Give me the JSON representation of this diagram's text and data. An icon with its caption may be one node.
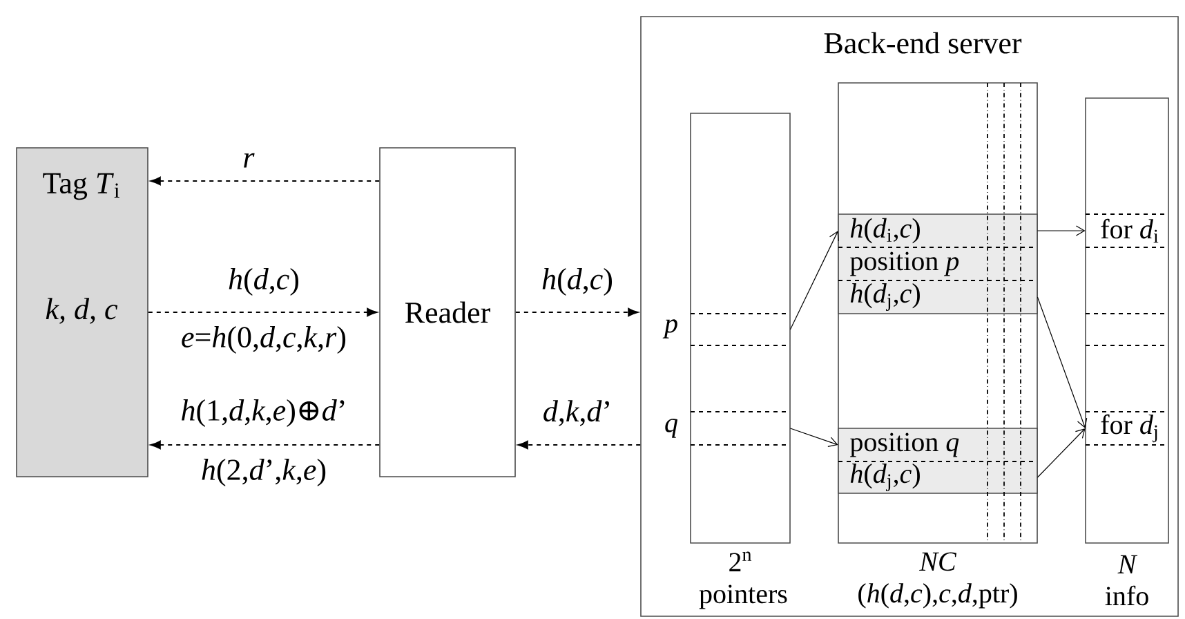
{
  "diagram": {
    "nodes": [
      {
        "text": [
          "Tag *T*$_{i}$",
          "*k, d, c*"
        ]
      },
      {
        "text": [
          "Reader"
        ]
      },
      {
        "text": [
          "Back-end server"
        ]
      },
      {
        "text": [],
        "shape": "box",
        "in": 2,
        "beside": [
          "2$^{n}$ pointers"
        ]
      },
      {
        "text": [],
        "shape": "box",
        "in": 3,
        "beside": [
          "*p*"
        ]
      },
      {
        "text": [],
        "shape": "box",
        "in": 3,
        "beside": [
          "*q*"
        ]
      },
      {
        "text": [],
        "shape": "box",
        "in": 2,
        "beside": [
          "*NC* (*h*(*d*,*c*),*c*,*d*,ptr)"
        ]
      },
      {
        "text": [
          "*h*(*d*$_{i}$,*c*)"
        ],
        "in": 6
      },
      {
        "text": [
          "position *p*"
        ],
        "in": 6
      },
      {
        "text": [
          "*h*(*d*$_{j}$,*c*)"
        ],
        "in": 6
      },
      {
        "text": [
          "position *q*"
        ],
        "in": 6
      },
      {
        "text": [
          "*h*(*d*$_{j}$,*c*)"
        ],
        "in": 6
      },
      {
        "text": [],
        "shape": "box",
        "in": 2,
        "beside": [
          "*N* info"
        ]
      },
      {
        "text": [
          "for *d*$_{i}$"
        ],
        "in": 12
      },
      {
        "text": [],
        "shape": "box",
        "in": 12
      },
      {
        "text": [
          "for *d*$_{j}$"
        ],
        "in": 12
      }
    ],
    "edges": [
      {
        "from": 1,
        "to": 0,
        "arrow": "to",
        "label": "*r*",
        "style": "dashed"
      },
      {
        "from": 0,
        "to": 1,
        "arrow": "to",
        "label": "*h*(*d*,*c*)",
        "style": "dashed"
      },
      {
        "from": 1,
        "to": 0,
        "arrow": "to",
        "label": "*h*(1,*d*,*k*,*e*)⊕*d*’",
        "style": "dashed"
      },
      {
        "from": 1,
        "to": 2,
        "arrow": "to",
        "label": "*h*(*d*,*c*)",
        "style": "dashed"
      },
      {
        "from": 2,
        "to": 1,
        "arrow": "to",
        "label": "*d*,*k*,*d*’",
        "style": "dashed"
      },
      {
        "from": 4,
        "to": 7,
        "arrow": "to"
      },
      {
        "from": 5,
        "to": 10,
        "arrow": "to"
      },
      {
        "from": 7,
        "to": 13,
        "arrow": "to"
      },
      {
        "from": 9,
        "to": 15,
        "arrow": "to"
      },
      {
        "from": 11,
        "to": 15,
        "arrow": "to"
      }
    ],
    "labels": [
      "*e*=*h*(0,*d*,*c*,*k*,*r*)",
      "*h*(2,*d*’,*k*,*e*)"
    ]
  }
}
